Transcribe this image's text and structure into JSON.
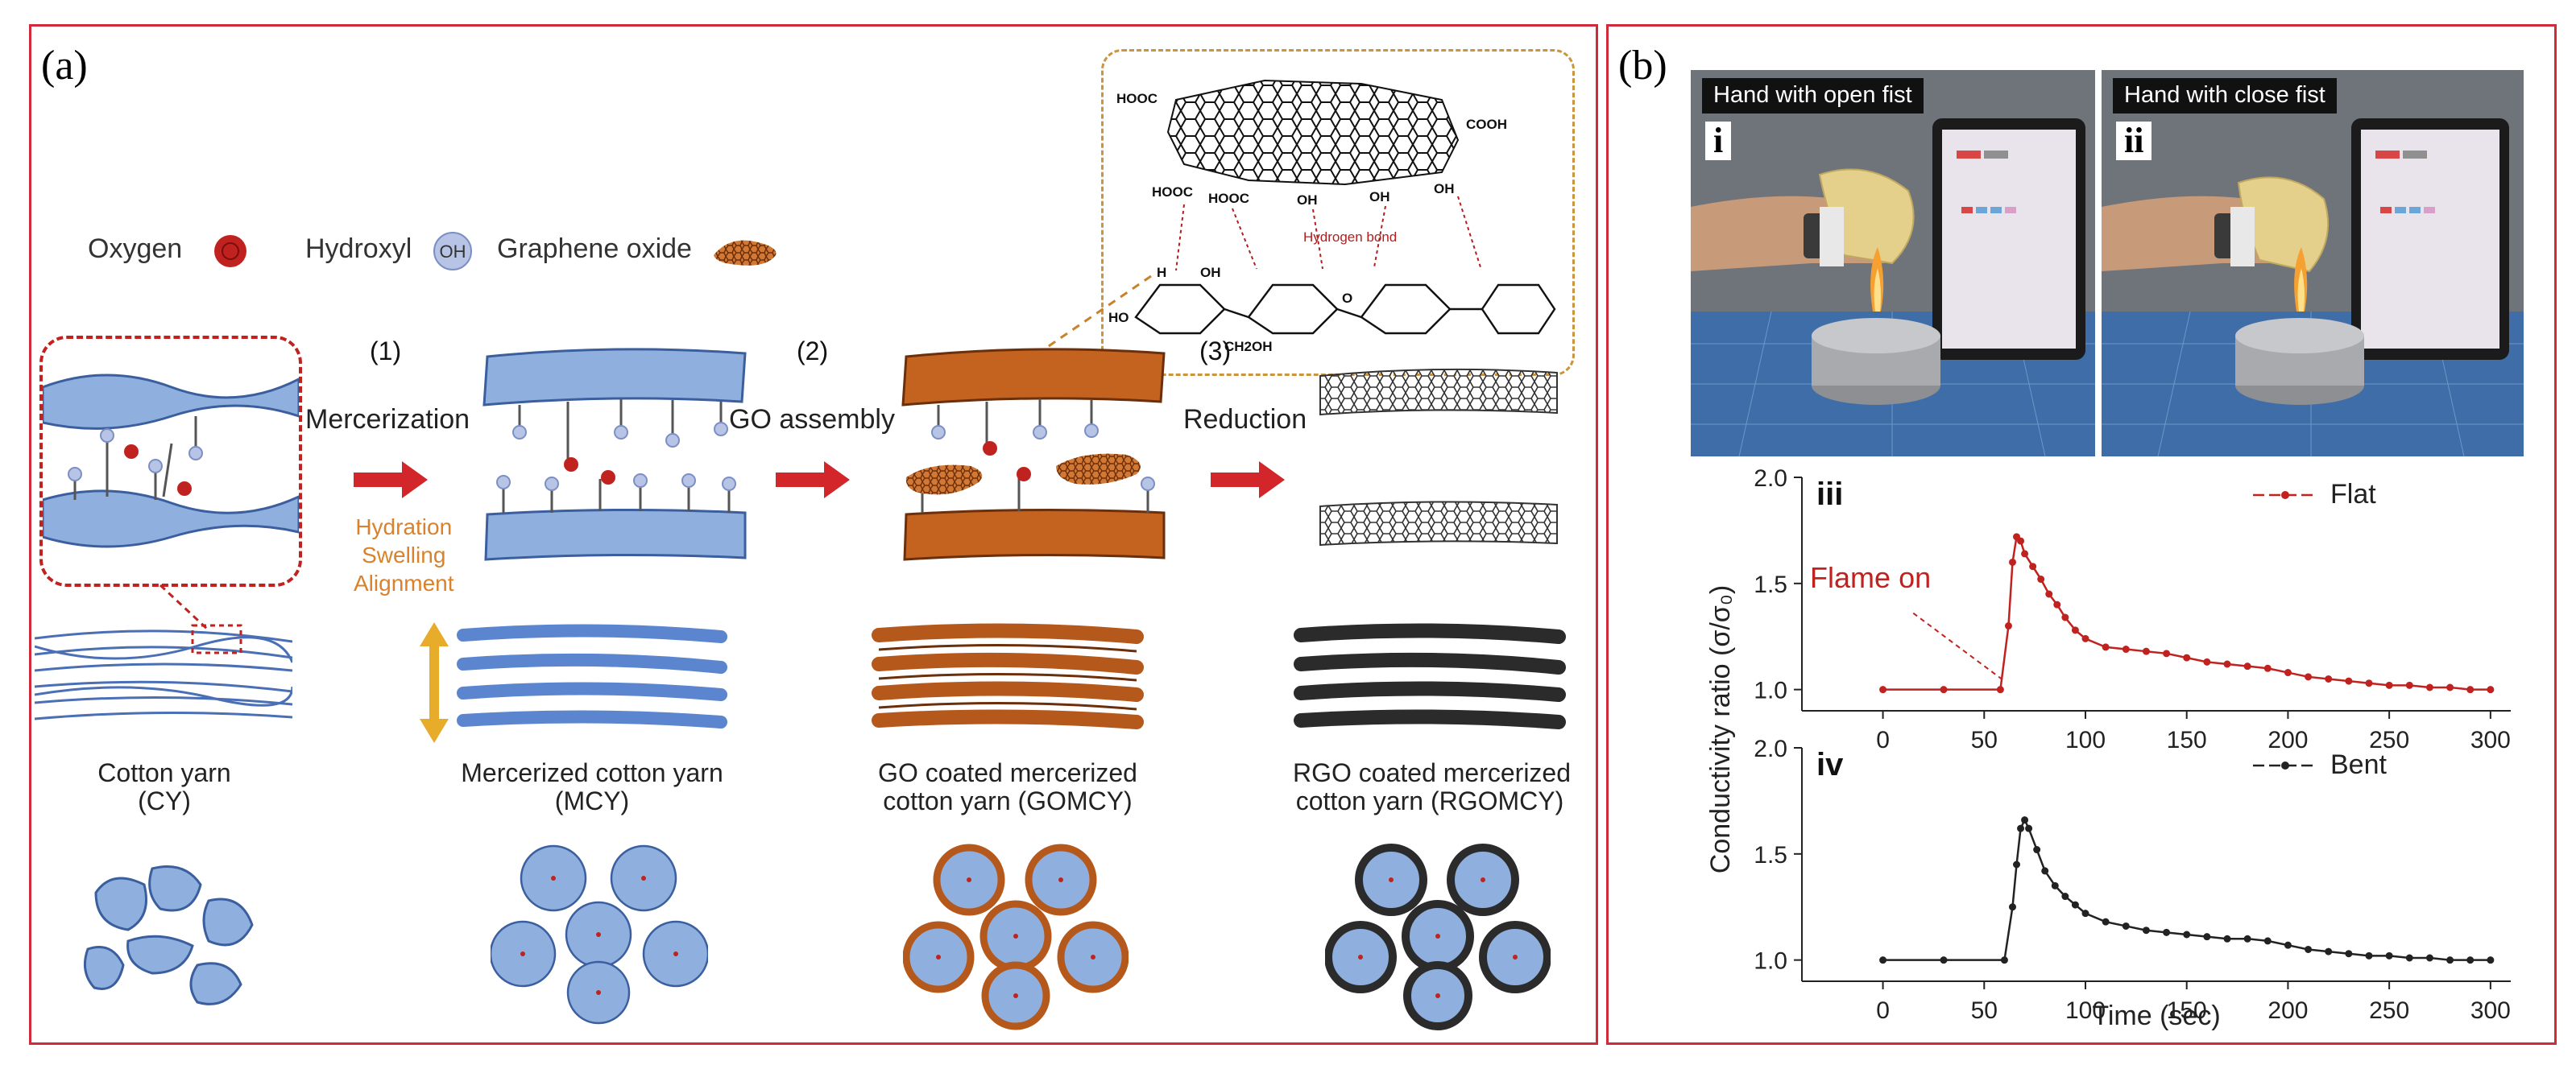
{
  "panel_a": {
    "label": "(a)",
    "legend": {
      "oxygen": "Oxygen",
      "hydroxyl": "Hydroxyl",
      "oh_symbol": "OH",
      "graphene_oxide": "Graphene oxide"
    },
    "steps": [
      {
        "num": "(1)",
        "name": "Mercerization"
      },
      {
        "num": "(2)",
        "name": "GO assembly"
      },
      {
        "num": "(3)",
        "name": "Reduction"
      }
    ],
    "mercerization_effects": "Hydration\nSwelling\nAlignment",
    "inset": {
      "groups": [
        "HOOC",
        "COOH",
        "HOOC",
        "HOOC",
        "OH",
        "OH",
        "OH"
      ],
      "bond_label": "Hydrogen bond",
      "cellulose_groups": [
        "H",
        "OH",
        "CH2OH",
        "O",
        "HO"
      ]
    },
    "captions": [
      "Cotton yarn\n(CY)",
      "Mercerized cotton yarn\n(MCY)",
      "GO coated mercerized\ncotton yarn (GOMCY)",
      "RGO coated mercerized\ncotton yarn (RGOMCY)"
    ],
    "colors": {
      "cotton": "#8fb0de",
      "fiber": "#5b86cf",
      "go": "#c4621f",
      "rgo": "#2b2b2b",
      "arrow": "#d3262b",
      "oxygen": "#c0221f"
    }
  },
  "panel_b": {
    "label": "(b)",
    "photos": [
      {
        "tag": "Hand with open fist",
        "roman": "i"
      },
      {
        "tag": "Hand with close fist",
        "roman": "ii"
      }
    ],
    "annotation": "Flame on"
  },
  "chart_data": {
    "type": "scatter",
    "xlabel": "Time (sec)",
    "ylabel": "Conductivity ratio (σ/σ₀)",
    "xlim": [
      -40,
      310
    ],
    "ylim": [
      0.9,
      2.0
    ],
    "xticks": [
      0,
      50,
      100,
      150,
      200,
      250,
      300
    ],
    "yticks": [
      1.0,
      1.5,
      2.0
    ],
    "subplots": [
      {
        "roman": "iii",
        "name": "Flat",
        "color": "#c0221f",
        "legend_position": "top-right",
        "x": [
          0,
          30,
          58,
          62,
          64,
          66,
          68,
          70,
          74,
          78,
          82,
          86,
          90,
          95,
          100,
          110,
          120,
          130,
          140,
          150,
          160,
          170,
          180,
          190,
          200,
          210,
          220,
          230,
          240,
          250,
          260,
          270,
          280,
          290,
          300
        ],
        "y": [
          1.0,
          1.0,
          1.0,
          1.3,
          1.6,
          1.72,
          1.7,
          1.64,
          1.58,
          1.52,
          1.45,
          1.4,
          1.34,
          1.28,
          1.24,
          1.2,
          1.19,
          1.18,
          1.17,
          1.15,
          1.13,
          1.12,
          1.11,
          1.1,
          1.08,
          1.06,
          1.05,
          1.04,
          1.03,
          1.02,
          1.02,
          1.01,
          1.01,
          1.0,
          1.0
        ]
      },
      {
        "roman": "iv",
        "name": "Bent",
        "color": "#222222",
        "legend_position": "top-right",
        "x": [
          0,
          30,
          60,
          64,
          66,
          68,
          70,
          72,
          76,
          80,
          85,
          90,
          95,
          100,
          110,
          120,
          130,
          140,
          150,
          160,
          170,
          180,
          190,
          200,
          210,
          220,
          230,
          240,
          250,
          260,
          270,
          280,
          290,
          300
        ],
        "y": [
          1.0,
          1.0,
          1.0,
          1.25,
          1.45,
          1.62,
          1.66,
          1.62,
          1.52,
          1.42,
          1.35,
          1.3,
          1.26,
          1.22,
          1.18,
          1.16,
          1.14,
          1.13,
          1.12,
          1.11,
          1.1,
          1.1,
          1.09,
          1.07,
          1.05,
          1.04,
          1.03,
          1.02,
          1.02,
          1.01,
          1.01,
          1.0,
          1.0,
          1.0
        ]
      }
    ]
  }
}
